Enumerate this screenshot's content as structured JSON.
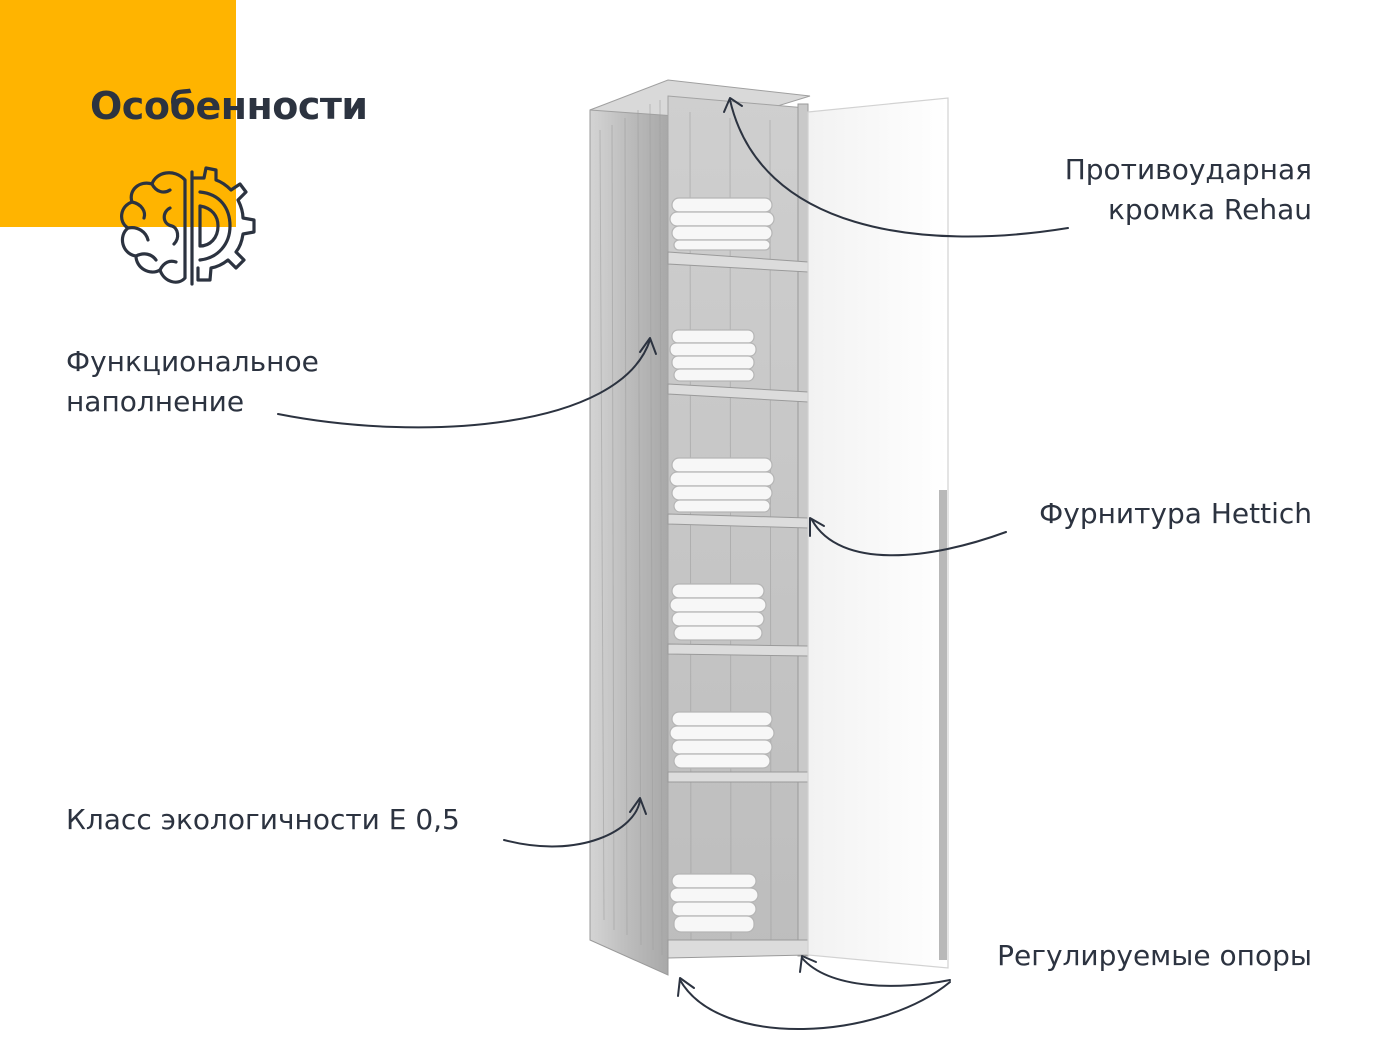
{
  "header": {
    "title": "Особенности",
    "accent_color": "#FFB400",
    "icon": "brain-gear-icon"
  },
  "features": {
    "edge": {
      "line1": "Противоударная",
      "line2": "кромка Rehau"
    },
    "filling": {
      "line1": "Функциональное",
      "line2": "наполнение"
    },
    "hardware": {
      "text": "Фурнитура Hettich"
    },
    "eco": {
      "text": "Класс экологичности Е 0,5"
    },
    "supports": {
      "text": "Регулируемые опоры"
    }
  },
  "product": {
    "name": "wardrobe-column",
    "shelves_visible": 6
  }
}
